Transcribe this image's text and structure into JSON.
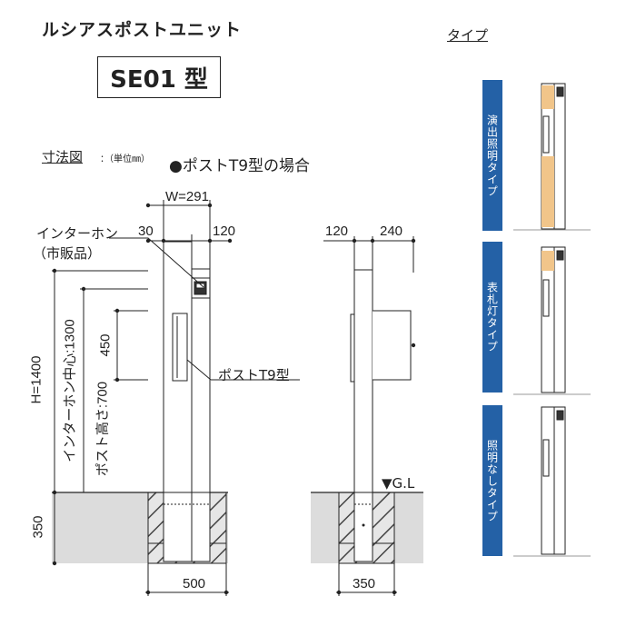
{
  "header": {
    "product_title": "ルシアスポストユニット",
    "model": "SE01 型",
    "type_heading": "タイプ"
  },
  "drawing": {
    "dim_label": "寸法図",
    "unit_note": "：（単位㎜）",
    "case_label": "●ポストT9型の場合"
  },
  "front_view": {
    "width_label": "W=291",
    "left_width": "30",
    "right_width": "120",
    "intercom_label": "インターホン",
    "intercom_sub": "（市販品）",
    "height_label": "H=1400",
    "intercom_center": "インターホン中心:1300",
    "post_height": "ポスト高さ:700",
    "post_size": "450",
    "post_label": "ポストT9型",
    "foundation_depth": "350",
    "foundation_width": "500"
  },
  "side_view": {
    "left_width": "120",
    "right_width": "240",
    "ground_label": "▼G.L",
    "foundation_width": "350"
  },
  "types": [
    {
      "label": "演出照明タイプ"
    },
    {
      "label": "表札灯タイプ"
    },
    {
      "label": "照明なしタイプ"
    }
  ],
  "colors": {
    "accent_blue": "#2461a6",
    "lamp_orange": "#f1c58a",
    "ground_gray": "#dcdcdc"
  }
}
